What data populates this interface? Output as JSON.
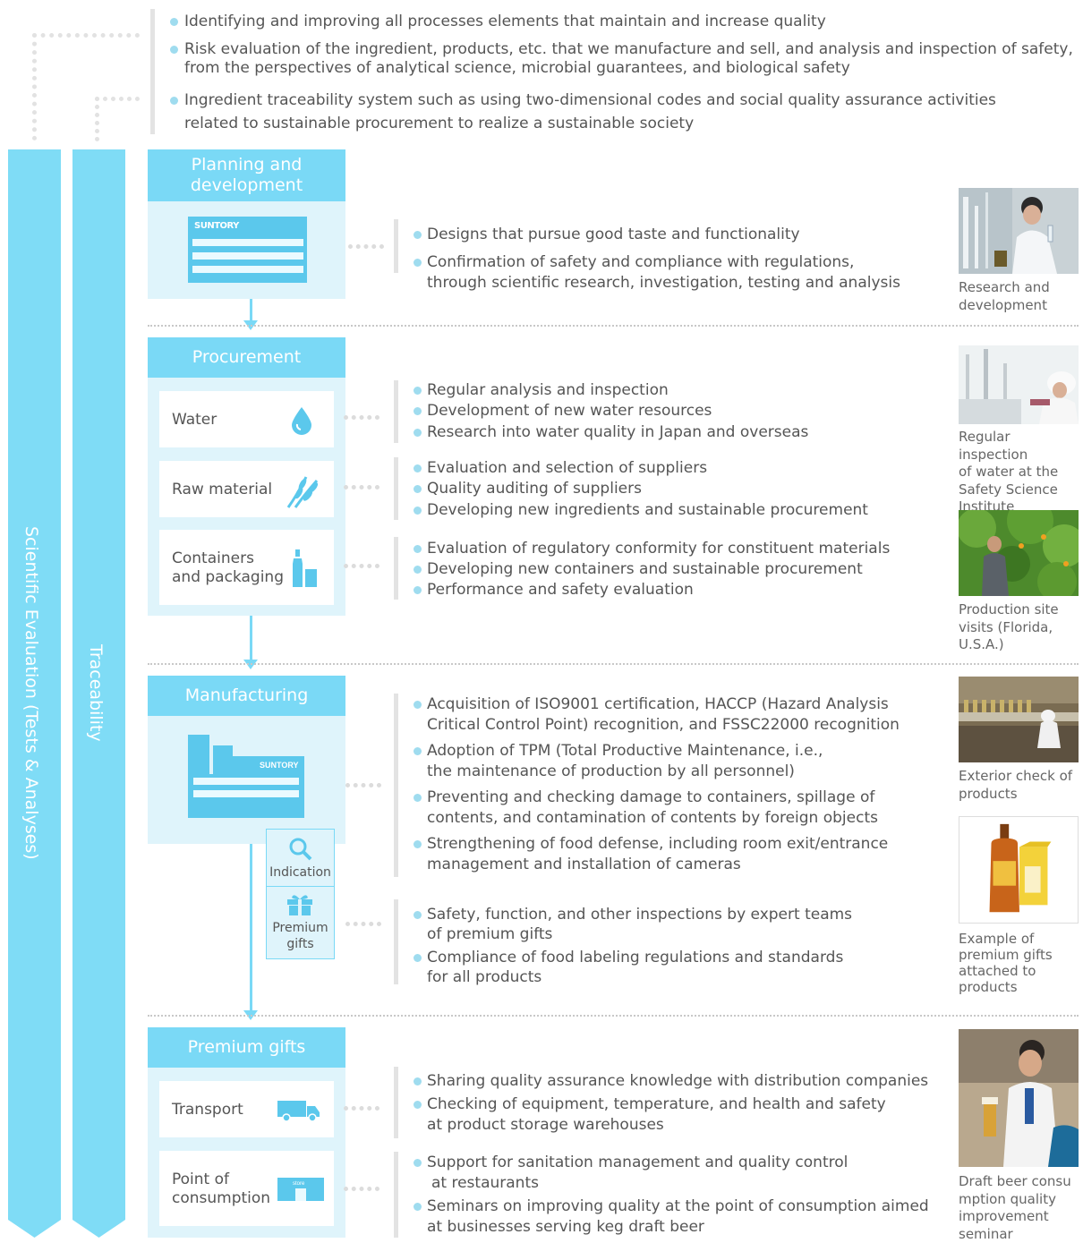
{
  "top_bullets": [
    "Identifying and improving all processes elements that maintain and increase quality",
    "Risk evaluation of the ingredient, products, etc. that we manufacture and sell, and analysis and inspection of safety,",
    "from the perspectives of analytical science, microbial guarantees, and biological safety",
    "Ingredient traceability system such as using two-dimensional codes and social quality assurance activities",
    "related to sustainable procurement to realize a sustainable society"
  ],
  "side_labels": {
    "scientific": "Scientific Evaluation (Tests & Analyses)",
    "traceability": "Traceability"
  },
  "stages": {
    "planning": {
      "title_1": "Planning and",
      "title_2": "development",
      "logo": "SUNTORY",
      "bullets": [
        "Designs that pursue good taste and functionality",
        "Confirmation of safety and compliance with regulations,",
        "through scientific research, investigation, testing and analysis"
      ],
      "caption": [
        "Research and",
        "development"
      ]
    },
    "procurement": {
      "title": "Procurement",
      "items": [
        "Water",
        "Raw material",
        "Containers",
        "and packaging"
      ],
      "water_bullets": [
        "Regular analysis and inspection",
        "Development of new water resources",
        "Research into water quality in Japan and overseas"
      ],
      "raw_bullets": [
        "Evaluation and selection of suppliers",
        "Quality auditing of suppliers",
        "Developing new ingredients and sustainable procurement"
      ],
      "container_bullets": [
        "Evaluation of regulatory conformity for constituent materials",
        "Developing new containers and sustainable procurement",
        "Performance and safety evaluation"
      ],
      "caption_1": [
        "Regular inspection",
        "of water at the",
        "Safety Science",
        "Institute"
      ],
      "caption_2": [
        "Production site",
        "visits (Florida,",
        "U.S.A.)"
      ]
    },
    "manufacturing": {
      "title": "Manufacturing",
      "logo": "SUNTORY",
      "sub_items": [
        "Indication",
        "Premium",
        "gifts"
      ],
      "bullets": [
        "Acquisition of ISO9001 certification, HACCP (Hazard Analysis",
        "Critical Control Point) recognition, and FSSC22000 recognition",
        "Adoption of TPM (Total Productive Maintenance, i.e.,",
        "the maintenance of production by all personnel)",
        "Preventing and checking damage to containers, spillage of",
        "contents, and contamination of contents by foreign objects",
        "Strengthening of food defense, including room exit/entrance",
        "management and installation of cameras"
      ],
      "gift_bullets": [
        "Safety, function, and other inspections by expert teams",
        "of premium gifts",
        "Compliance of food labeling regulations and standards",
        "for all products"
      ],
      "caption_1": [
        "Exterior check of",
        "products"
      ],
      "caption_2": [
        "Example of",
        "premium gifts",
        "attached to",
        "products"
      ]
    },
    "distribution": {
      "title": "Premium gifts",
      "items": [
        "Transport",
        "Point of",
        "consumption"
      ],
      "store_label": "store",
      "transport_bullets": [
        "Sharing quality assurance knowledge with distribution companies",
        "Checking of equipment, temperature, and health and safety",
        "at product storage warehouses"
      ],
      "consumption_bullets": [
        "Support for sanitation management and quality control",
        "at restaurants",
        "Seminars on improving quality at the point of consumption aimed",
        "at businesses serving keg draft beer"
      ],
      "caption": [
        "Draft beer consu",
        "mption quality",
        "improvement",
        "seminar"
      ]
    }
  },
  "colors": {
    "accent": "#7ad9f6",
    "panel": "#dff4fb",
    "text": "#555555"
  }
}
